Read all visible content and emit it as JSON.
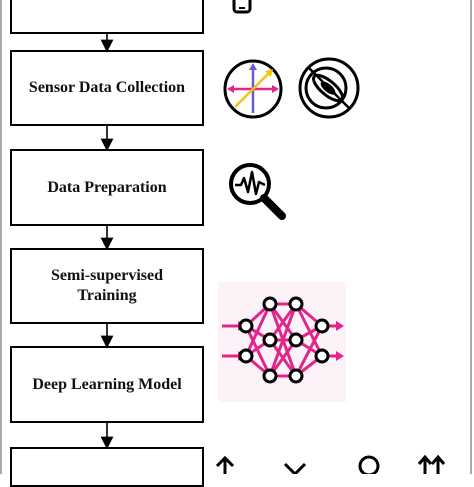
{
  "flow": {
    "steps": [
      {
        "label": "",
        "icon": "smartphone-icon"
      },
      {
        "label": "Sensor Data Collection",
        "icons": [
          "accelerometer-icon",
          "gyroscope-icon"
        ]
      },
      {
        "label": "Data Preparation",
        "icon": "signal-magnifier-icon"
      },
      {
        "label_line1": "Semi-supervised",
        "label_line2": "Training",
        "icon": "neural-network-icon"
      },
      {
        "label": "Deep Learning Model"
      },
      {
        "label": "",
        "icons": [
          "up-arrow-icon",
          "cross-icon",
          "person-icon",
          "double-up-arrow-icon"
        ]
      }
    ]
  },
  "colors": {
    "box_border": "#000000",
    "accent_magenta": "#e0268b",
    "accent_yellow": "#f2c30f",
    "accent_blue": "#6d5bd0",
    "frame_gray": "#a8a8a8"
  }
}
